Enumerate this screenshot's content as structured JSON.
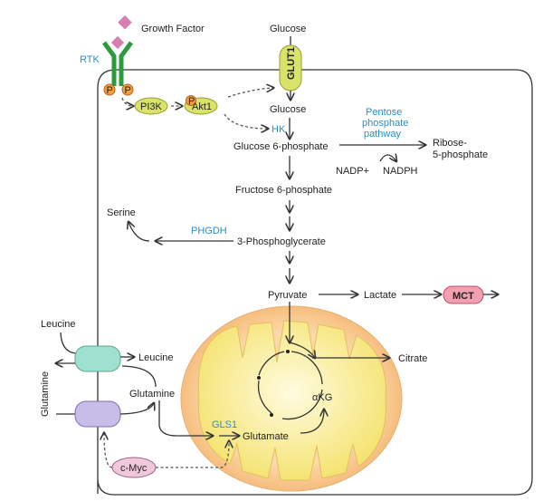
{
  "labels": {
    "growth_factor": "Growth Factor",
    "rtk": "RTK",
    "p": "P",
    "pi3k": "PI3K",
    "akt1": "Akt1",
    "glucose_out": "Glucose",
    "glut1": "GLUT1",
    "glucose_in": "Glucose",
    "hk": "HK",
    "g6p": "Glucose 6-phosphate",
    "ppp": [
      "Pentose",
      "phosphate",
      "pathway"
    ],
    "r5p": [
      "Ribose-",
      "5-phosphate"
    ],
    "nadp": "NADP+",
    "nadph": "NADPH",
    "f6p": "Fructose 6-phosphate",
    "serine": "Serine",
    "phgdh": "PHGDH",
    "pg3": "3-Phosphoglycerate",
    "pyruvate": "Pyruvate",
    "lactate": "Lactate",
    "mct": "MCT",
    "leucine_out": "Leucine",
    "leucine_in": "Leucine",
    "glutamine_out": "Glutamine",
    "glutamine_in": "Glutamine",
    "citrate": "Citrate",
    "akg": "αKG",
    "gls1": "GLS1",
    "glutamate": "Glutamate",
    "cmyc": "c-Myc"
  },
  "colors": {
    "enzyme": "#2a8fc4",
    "green": "#2e9a3e",
    "diamond": "#d67fb0",
    "oval": "#d9e36a",
    "phospho": "#f0a040",
    "mct": "#f2a0b0",
    "slc7a5": "#9fe0d0",
    "slc1a5": "#c8bde8",
    "cmyc": "#f0c8dc"
  }
}
